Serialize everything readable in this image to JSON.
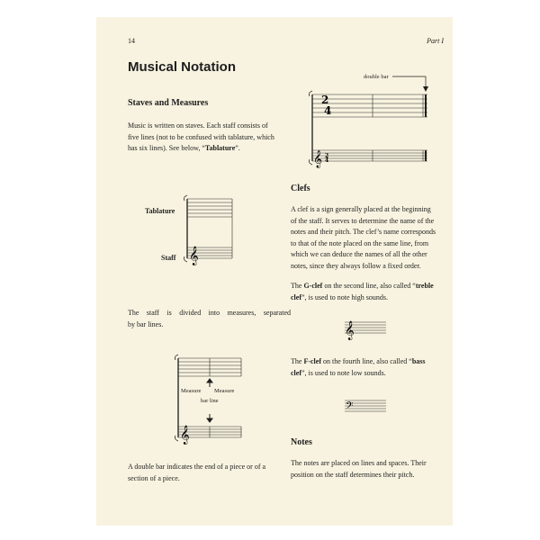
{
  "header": {
    "page_number": "14",
    "part": "Part I"
  },
  "title": "Musical Notation",
  "staves": {
    "heading": "Staves and Measures",
    "p1_lines": [
      "Music is written on staves. Each staff consists of",
      "five lines (not to be confused with tablature, which",
      "has six lines). See below, “"
    ],
    "p1_bold": "Tablature",
    "p1_end": "”.",
    "tab_label": "Tablature",
    "staff_label": "Staff",
    "p2_lines": [
      "The staff is divided into measures, separated",
      "by bar lines."
    ],
    "measure_left": "Measure",
    "measure_right": "Measure",
    "bar_line": "bar line",
    "p3_lines": [
      "A double bar indicates the end of a piece or of a",
      "section of a piece."
    ],
    "double_bar_label": "double bar",
    "time_signature": [
      "2",
      "4"
    ]
  },
  "clefs": {
    "heading": "Clefs",
    "p1_lines": [
      "A clef is a sign generally placed at the beginning",
      "of the staff. It serves to determine the name of the",
      "notes and their pitch. The clef’s name corresponds",
      "to that of the note placed on the same line, from",
      "which we can deduce the names of all the other",
      "notes, since they always follow a fixed order."
    ],
    "gclef_pre": "The ",
    "gclef_name": "G-clef",
    "gclef_mid": " on the second line, also called “",
    "gclef_alt1": "treble",
    "gclef_alt2": "clef",
    "gclef_end": "”, is used to note high sounds.",
    "fclef_pre": "The ",
    "fclef_name": "F-clef",
    "fclef_mid": " on the fourth line, also called “",
    "fclef_alt1": "bass",
    "fclef_alt2": "clef",
    "fclef_end": "”, is used to note low sounds."
  },
  "notes": {
    "heading": "Notes",
    "lines": [
      "The notes are placed on lines and spaces. Their",
      "position on the staff determines their pitch."
    ]
  },
  "glyphs": {
    "treble_clef": "𝄞",
    "bass_clef": "𝄢"
  }
}
